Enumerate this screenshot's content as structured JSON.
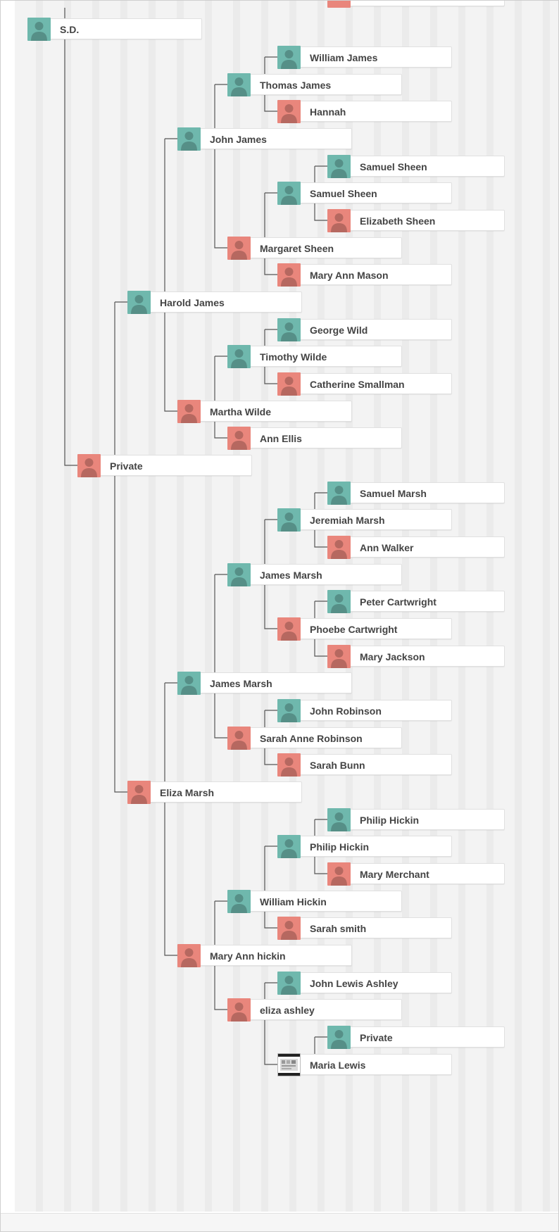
{
  "tree": {
    "people": [
      {
        "id": "sd",
        "name": "S.D.",
        "sex": "male"
      },
      {
        "id": "william-james",
        "name": "William James",
        "sex": "male"
      },
      {
        "id": "thomas-james",
        "name": "Thomas James",
        "sex": "male"
      },
      {
        "id": "hannah",
        "name": "Hannah",
        "sex": "female"
      },
      {
        "id": "john-james",
        "name": "John James",
        "sex": "male"
      },
      {
        "id": "samuel-sheen-2",
        "name": "Samuel Sheen",
        "sex": "male"
      },
      {
        "id": "samuel-sheen",
        "name": "Samuel Sheen",
        "sex": "male"
      },
      {
        "id": "elizabeth-sheen",
        "name": "Elizabeth Sheen",
        "sex": "female"
      },
      {
        "id": "margaret-sheen",
        "name": "Margaret Sheen",
        "sex": "female"
      },
      {
        "id": "mary-ann-mason",
        "name": "Mary Ann Mason",
        "sex": "female"
      },
      {
        "id": "harold-james",
        "name": "Harold James",
        "sex": "male"
      },
      {
        "id": "george-wild",
        "name": "George Wild",
        "sex": "male"
      },
      {
        "id": "timothy-wilde",
        "name": "Timothy Wilde",
        "sex": "male"
      },
      {
        "id": "catherine-smallman",
        "name": "Catherine Smallman",
        "sex": "female"
      },
      {
        "id": "martha-wilde",
        "name": "Martha Wilde",
        "sex": "female"
      },
      {
        "id": "ann-ellis",
        "name": "Ann Ellis",
        "sex": "female"
      },
      {
        "id": "private",
        "name": "Private",
        "sex": "female"
      },
      {
        "id": "samuel-marsh",
        "name": "Samuel Marsh",
        "sex": "male"
      },
      {
        "id": "jeremiah-marsh",
        "name": "Jeremiah Marsh",
        "sex": "male"
      },
      {
        "id": "ann-walker",
        "name": "Ann Walker",
        "sex": "female"
      },
      {
        "id": "james-marsh-2",
        "name": "James Marsh",
        "sex": "male"
      },
      {
        "id": "peter-cartwright",
        "name": "Peter Cartwright",
        "sex": "male"
      },
      {
        "id": "phoebe-cartwright",
        "name": "Phoebe Cartwright",
        "sex": "female"
      },
      {
        "id": "mary-jackson",
        "name": "Mary Jackson",
        "sex": "female"
      },
      {
        "id": "james-marsh",
        "name": "James Marsh",
        "sex": "male"
      },
      {
        "id": "john-robinson",
        "name": "John Robinson",
        "sex": "male"
      },
      {
        "id": "sarah-anne-robinson",
        "name": "Sarah Anne Robinson",
        "sex": "female"
      },
      {
        "id": "sarah-bunn",
        "name": "Sarah Bunn",
        "sex": "female"
      },
      {
        "id": "eliza-marsh",
        "name": "Eliza Marsh",
        "sex": "female"
      },
      {
        "id": "philip-hickin-2",
        "name": "Philip Hickin",
        "sex": "male"
      },
      {
        "id": "philip-hickin",
        "name": "Philip Hickin",
        "sex": "male"
      },
      {
        "id": "mary-merchant",
        "name": "Mary Merchant",
        "sex": "female"
      },
      {
        "id": "william-hickin",
        "name": "William Hickin",
        "sex": "male"
      },
      {
        "id": "sarah-smith",
        "name": "Sarah smith",
        "sex": "female"
      },
      {
        "id": "mary-ann-hickin",
        "name": "Mary Ann hickin",
        "sex": "female"
      },
      {
        "id": "john-lewis-ashley",
        "name": "John Lewis Ashley",
        "sex": "male"
      },
      {
        "id": "eliza-ashley",
        "name": "eliza ashley",
        "sex": "female"
      },
      {
        "id": "private-2",
        "name": "Private",
        "sex": "male"
      },
      {
        "id": "maria-lewis",
        "name": "Maria Lewis",
        "sex": "photo"
      }
    ]
  },
  "colors": {
    "male_avatar": "#6fb8ad",
    "female_avatar": "#e9867c",
    "connector": "#555555",
    "name_text": "#444444"
  },
  "icons": {
    "person": "person-silhouette-icon",
    "photo": "photo-thumbnail-icon"
  }
}
